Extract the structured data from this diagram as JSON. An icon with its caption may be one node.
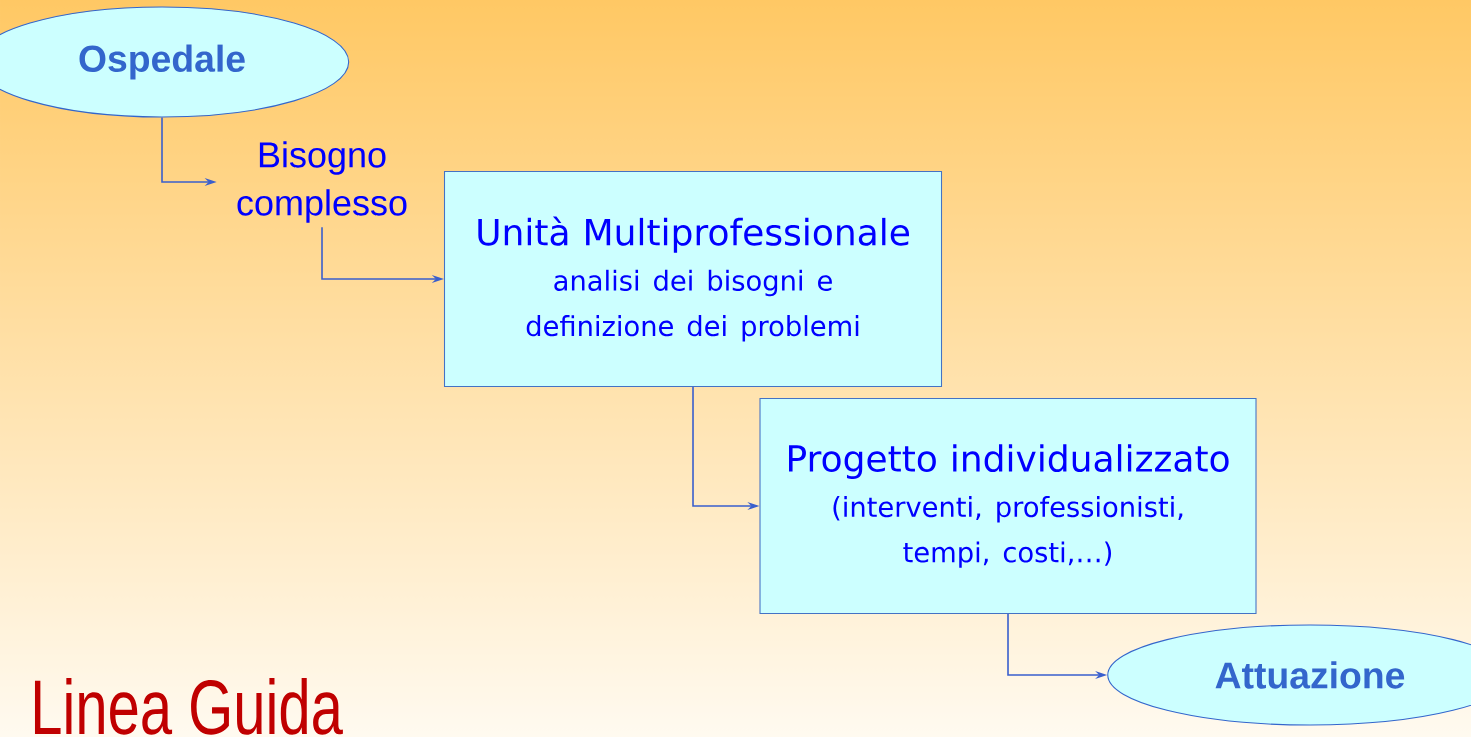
{
  "diagram": {
    "nodes": [
      {
        "text": [
          "Ospedale"
        ]
      },
      {
        "text": [
          "Bisogno complesso"
        ]
      },
      {
        "text": [
          "Unità Multiprofessionale",
          "analisi dei bisogni e definizione dei problemi"
        ]
      },
      {
        "text": [
          "Progetto individualizzato",
          "(interventi, professionisti, tempi, costi,…)"
        ]
      },
      {
        "text": [
          "Attuazione"
        ]
      }
    ],
    "edges": [
      {
        "from": 0,
        "to": 1,
        "arrow": "to"
      },
      {
        "from": 1,
        "to": 2,
        "arrow": "to"
      },
      {
        "from": 2,
        "to": 3,
        "arrow": "to"
      },
      {
        "from": 3,
        "to": 4,
        "arrow": "to"
      }
    ],
    "labels": [
      "Linea Guida"
    ]
  }
}
